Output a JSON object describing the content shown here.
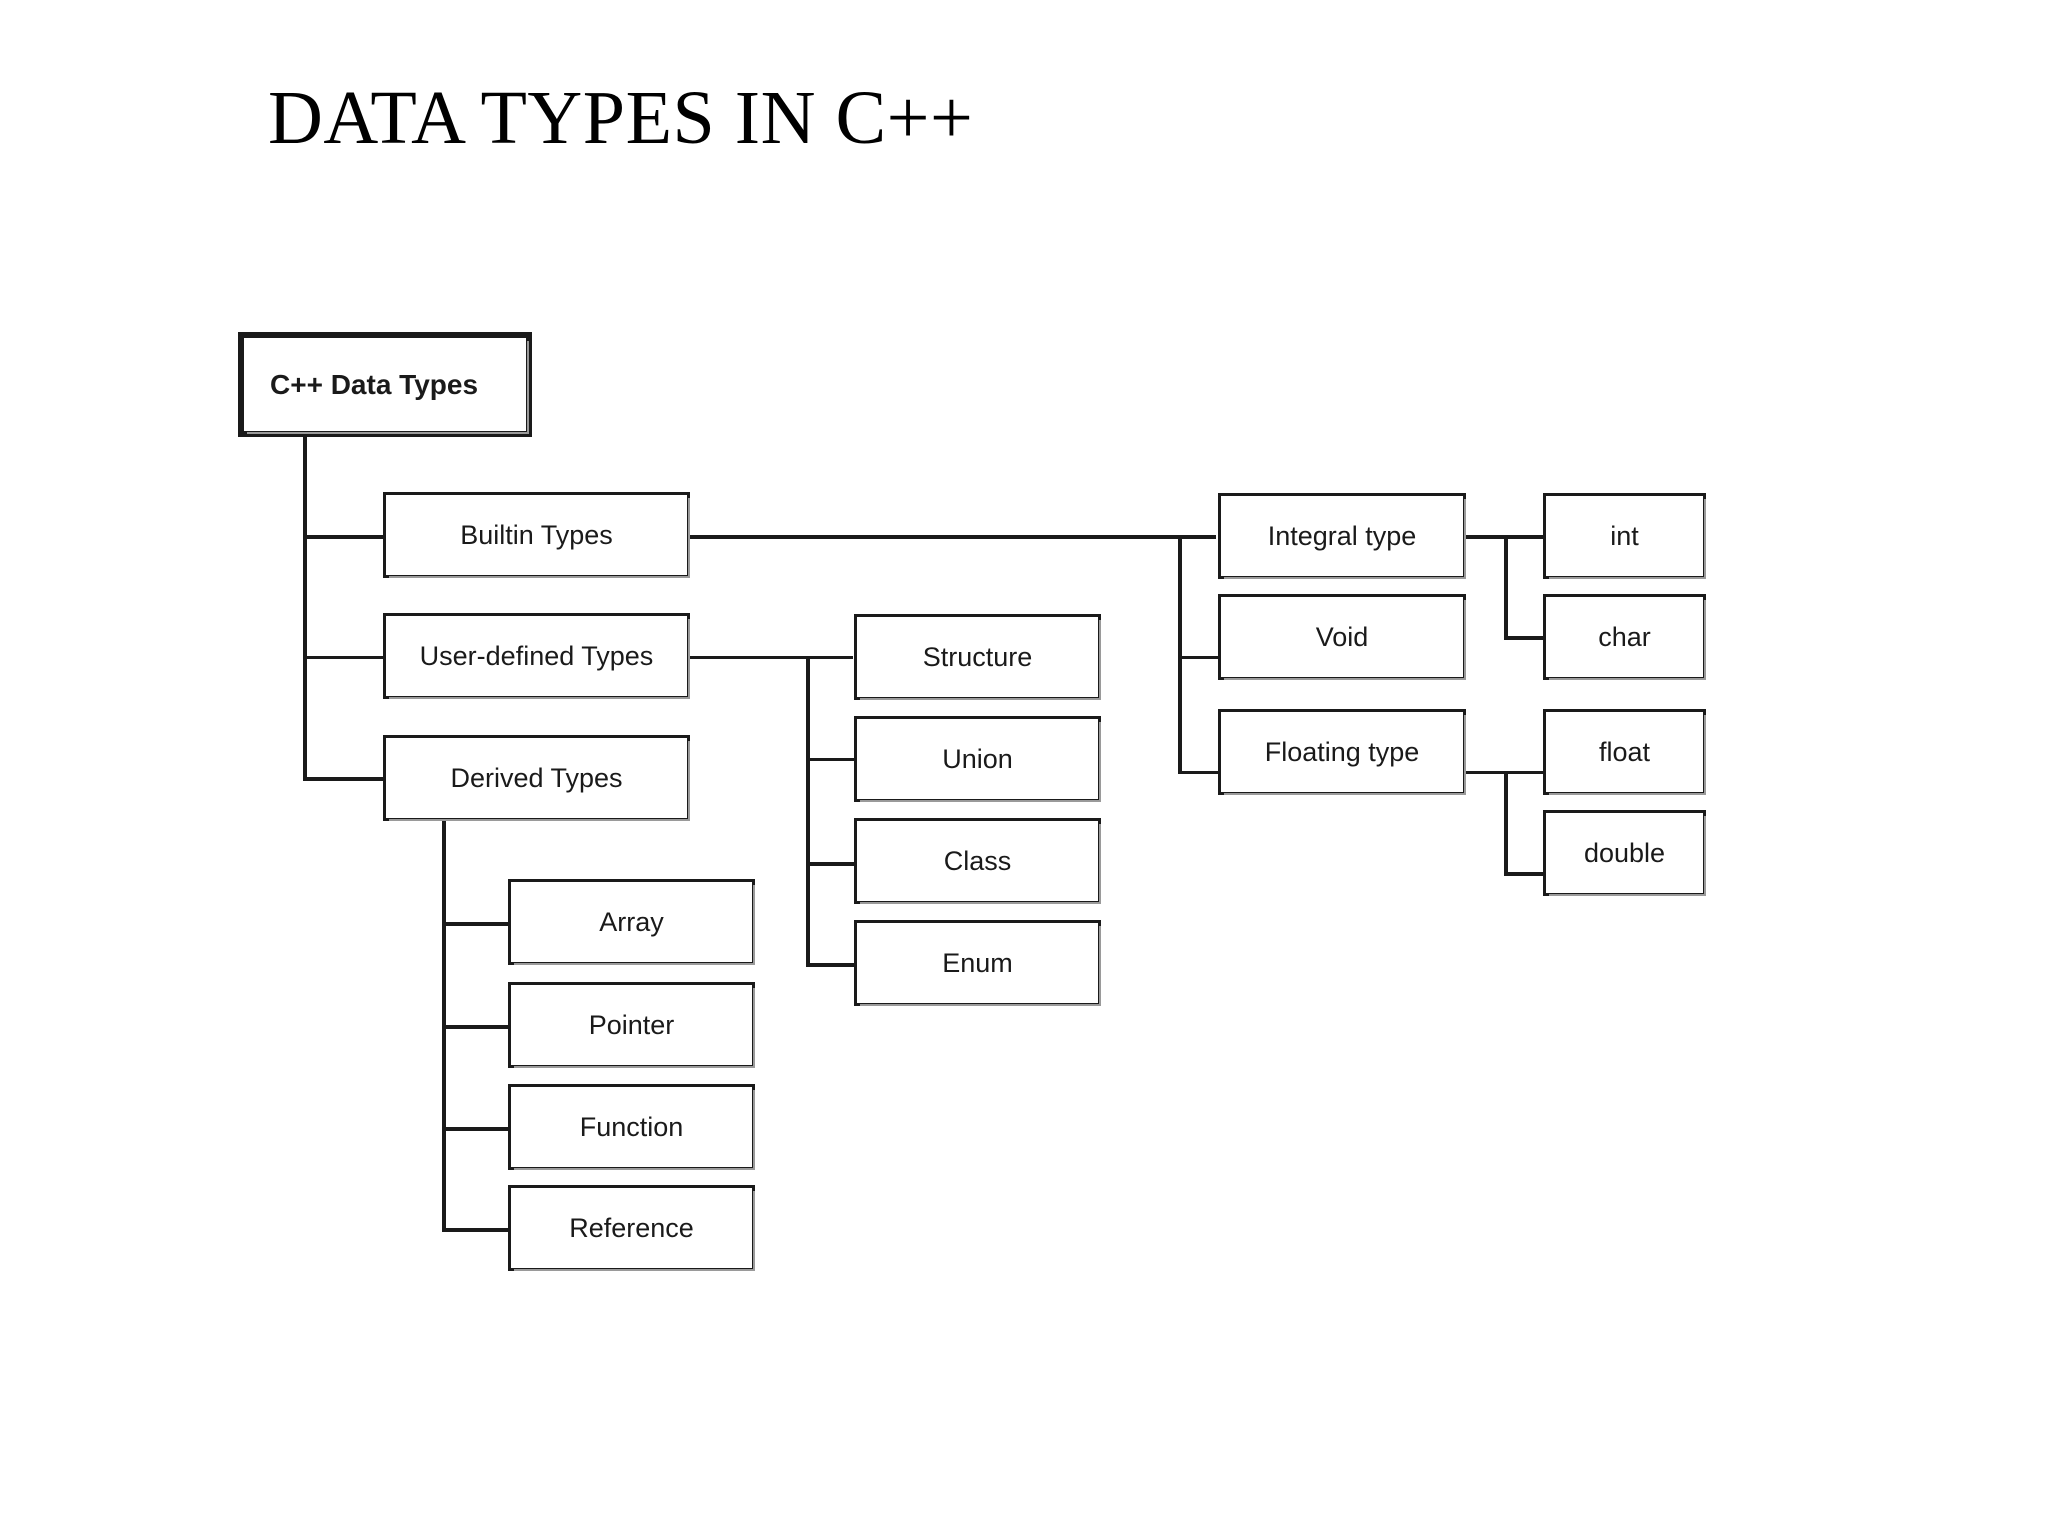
{
  "slide": {
    "title": "DATA TYPES IN C++",
    "background_color": "#ffffff",
    "ink_color": "#1a1a1a"
  },
  "diagram": {
    "type": "tree",
    "root": {
      "label": "C++ Data Types"
    },
    "level2": [
      {
        "label": "Builtin Types"
      },
      {
        "label": "User-defined Types"
      },
      {
        "label": "Derived Types"
      }
    ],
    "derived_children": [
      {
        "label": "Array"
      },
      {
        "label": "Pointer"
      },
      {
        "label": "Function"
      },
      {
        "label": "Reference"
      }
    ],
    "user_defined_children": [
      {
        "label": "Structure"
      },
      {
        "label": "Union"
      },
      {
        "label": "Class"
      },
      {
        "label": "Enum"
      }
    ],
    "builtin_children": [
      {
        "label": "Integral type"
      },
      {
        "label": "Void"
      },
      {
        "label": "Floating type"
      }
    ],
    "integral_children": [
      {
        "label": "int"
      },
      {
        "label": "char"
      }
    ],
    "floating_children": [
      {
        "label": "float"
      },
      {
        "label": "double"
      }
    ]
  }
}
